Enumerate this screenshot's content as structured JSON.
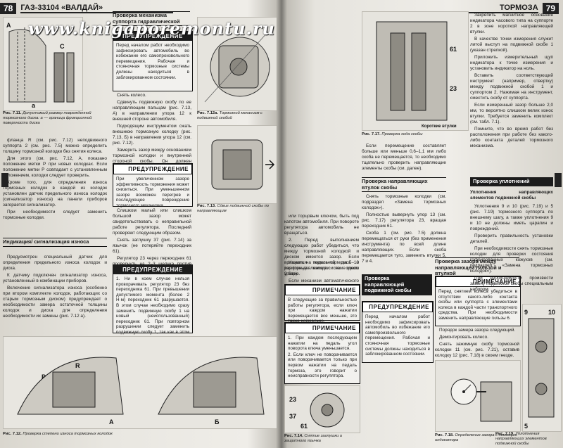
{
  "watermark": "www.knigaporemontu.ru",
  "left_page": {
    "page_number": "78",
    "book_title": "ГАЗ-33104 «ВАЛДАЙ»",
    "fig_7_11_caption_num": "Рис. 7.11.",
    "fig_7_11_caption": "Допустимый размер поврежденной тормозного диска: а — граница фрикционной поверхности диска",
    "fig_7_11_labels": [
      "A",
      "C",
      "а"
    ],
    "col1_text": [
      "фланца R (см. рис. 7.12) неподвижного суппорта 2 (см. рис. 7.5) можно определить толщину тормозной колодки без снятия колеса.",
      "Для этого (см. рис. 7.12, А, показано положение метки Р при новых колодках. Если положение метки Р совпадает с установленным положением, колодки следует проверить.",
      "Кроме того, для определения износа тормозных колодок в каждой из колодок установлен датчик предельного износа колодок (сигнализатор износа) на панели приборов загорается сигнализатор.",
      "При необходимости следует заменить тормозные колодки."
    ],
    "indication_title": "Индикация/ сигнализация износа",
    "col1_text_b": [
      "Предусмотрен специальный датчик для определения предельного износа колодок и диска.",
      "К датчику подключен сигнализатор износа, установленный в комбинации приборов.",
      "Включение сигнализатора износа (особенно при втором комплекте колодок, работающих со старым тормозным диском) предупреждает о необходимости замера остаточной толщины колодок и диска для определения необходимости их замены (рис. 7.12 а)."
    ],
    "check_title": "Проверка механизма суппорта гидравлической",
    "warning_label": "ПРЕДУПРЕЖДЕНИЕ",
    "warning1_text": "Перед началом работ необходимо зафиксировать автомобиль во избежание его самопроизвольного перемещения. Рабочая и стояночная тормозные системы должны находиться в заблокированном состоянии.",
    "col2_text": [
      "Снять колесо.",
      "Сдвинуть подвижную скобу по ее направляющим пальцам (рис. 7.13, А) в направлении упора 12 к внешней стороне автомобиля.",
      "Подходящим инструментом сжать внешнюю тормозную колодку (рис. 7.13, Б) в направлении упора 12 (см. рис. 7.12).",
      "Замерить зазор между основанием тормозной колодки и внутренней стороной скобы. Он должен находиться в пределах от 0,6 до 1,1 мм."
    ],
    "warning2_text": "При увеличенном зазоре эффективность торможения может снизиться. При уменьшенном зазоре возможен перегрев и последующее повреждение тормозного механизма.",
    "col2_text_b": [
      "Слишком малый или слишком большой зазор может свидетельствовать о неправильной работе регулятора. Последний проверяют следующим образом.",
      "Снять заглушку 37 (рис. 7.14) за язычок (не потеряйте переходник 61).",
      "Регулятор 23 через переходник 61 провернуть на 2–3 щелчка против часовой стрелки (увеличение зазора)."
    ],
    "warning3_text": [
      "1. Ни в коем случае нельзя проворачивать регулятор 23 без переходника 61. При превышении допустимого момента (более 2 Н·м) переходник 61 разрушается. В этом случае необходимо сразу заменить подвижную скобу 1 на новый (неиспользованный) переходник 61. При повторном разрушении следует заменить подвижную скобу 1, так как в этом случае имеются внутренние дефекты."
    ],
    "fig_7_12_caption_num": "Рис. 7.12.",
    "fig_7_12_caption": "Проверка степени износа тормозных колодок",
    "fig_7_12_labels": [
      "А",
      "Б",
      "P",
      "R"
    ],
    "fig_7_12a_caption_num": "Рис. 7.12а.",
    "fig_7_12a_caption": "Тормозной механизм с подвижной скобой",
    "fig_7_13_caption_num": "Рис. 7.13.",
    "fig_7_13_caption": "Сдвиг подвижной скобы по направляющим"
  },
  "right_page": {
    "page_number": "79",
    "section_tag": "ТОРМОЗА",
    "col_left_text": [
      "или торцовым ключом, быть под капотом автомобиля. При повороте регулятора автомобиль не вращаться.",
      "2. Перед выполнением следующих работ убедиться, что между тормозной колодкой и диском имеется зазор. Если вращается тормозной диск и тормозные колодки на одном уровне."
    ],
    "col_left_text_b": [
      "Нажать на педаль тормоза 5–10 раз (при давлении в системе около 2 бар).",
      "Если механизм автоматического регулятора зазора исправен, то ключ будет перемещаться по часовой стрелке."
    ],
    "note_label": "ПРИМЕЧАНИЕ",
    "note1_text": "В следующие за правильностью работы регулятора, если ключ при каждом нажатии перемещается все меньше, это также нормально.",
    "note2_text": [
      "1. При каждом последующем нажатии на педаль угол поворота ключа уменьшается.",
      "2. Если ключ не поворачивается или поворачивается только при первом нажатии на педаль тормоза, это говорит о неисправности регулятора."
    ],
    "check_guides_title": "Проверка направляющей подвижной скобы",
    "fig_7_14_caption_num": "Рис. 7.14.",
    "fig_7_14_caption": "Снятие заглушки и защитного язычка",
    "fig_7_14_labels": [
      "23",
      "37",
      "61"
    ],
    "fig_7_17_caption_num": "Рис. 7.17.",
    "fig_7_17_caption": "Проверка хода скобы",
    "fig_7_17_labels": [
      "61",
      "23",
      "Короткие втулки"
    ],
    "col_mid_text": [
      "Если перемещение составляет больше или меньше 0,6–1,1 мм либо скоба не перемещается, то необходимо тщательно проверить направляющие элементы скобы (см. далее)."
    ],
    "guides_title": "Проверка направляющих втулок скобы",
    "col_mid_text_b": [
      "Снять тормозные колодки (см. подраздел «Замена тормозных колодок»).",
      "Полностью вывернуть упор 13 (см. рис. 7.17) регулятора 23, вращая переходник 61.",
      "Скоба 1 (см. рис. 7.5) должна перемещаться от руки (без применения инструмента) по всей длине направляющих. Если скоба перемещается туго, заменить втулки 5, 7 и 4."
    ],
    "gap_title": "Проверка зазора между направляющей гильзой и втулкой",
    "note3_text": "Перед снятием колеса убедиться в отсутствии какого-либо контакта скобы или суппорта с элементами колеса в каждой части транспортного средства. При необходимости заменить направляющие гильзы 6.",
    "col_mid_text_c": [
      "Порядок замера зазора следующий.",
      "Демонтировать колесо.",
      "Снять зажимную скобу тормозной колодки 11 (см. рис. 7.21), оставив колодку 12 (рис. 7.18) в своем гнезде."
    ],
    "fig_7_18_caption_num": "Рис. 7.18.",
    "fig_7_18_caption": "Определение зазора с помощью индикатора",
    "col_right_text": [
      "Закрепить магнитное основание индикатора часового типа на суппорте 2 в зоне короткой направляющей втулки.",
      "В качестве точки измерения служит литой выступ на подвижной скобе 1 (указан стрелкой).",
      "Приложить измерительный щуп индикатора к точке измерения и установить индикатор на ноль.",
      "Вставить соответствующий инструмент (например, отвертку) между подвижной скобой 1 и суппортом 2. Нажимая на инструмент, сместить скобу от суппорта.",
      "Если измеренный зазор больше 2,0 мм, то вероятно слишком велик износ втулки. Требуется заменить комплект (см. табл. 7.1).",
      "Помните, что во время работ без расположения при работе без какого-либо контакта деталей тормозного механизма."
    ],
    "upgrade_title": "Проверка уплотнений",
    "upgrade_sub": "Уплотнения направляющих элементов подвижной скобы",
    "col_right_text_b": [
      "Уплотнения 9 и 10 (рис. 7.19) и 5 (рис. 7.19) тормозного суппорта по внешнему шагу, а также уплотнения 9 и 10 не должны иметь царапин и повреждений.",
      "Проверить правильность установки деталей.",
      "При необходимости снять тормозные колодки для проверки состояния гофрированных кожухов (см. подраздел «Замена тормозных колодок»).",
      "При необходимости произвести замену подвижной скобы специальным набором."
    ],
    "fig_7_19_caption_num": "Рис. 7.19.",
    "fig_7_19_caption": "Уплотнения направляющих элементов подвижной скобы",
    "fig_7_19_labels": [
      "9",
      "10",
      "5"
    ]
  }
}
